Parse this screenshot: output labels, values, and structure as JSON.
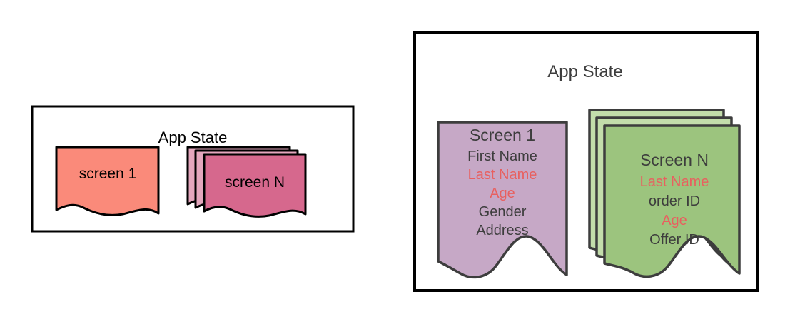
{
  "diagram": {
    "title": "App State screen data diagram",
    "panels": [
      {
        "id": "left-panel",
        "label": "App State",
        "label_color": "#000000",
        "border_color": "#000000",
        "shapes": [
          {
            "id": "screen-1-salmon",
            "label": "screen 1",
            "fill": "#fa8a7a",
            "stroke": "#000000",
            "text_color": "#000000",
            "stacked": false,
            "layers": 1
          },
          {
            "id": "screen-n-pink",
            "label": "screen N",
            "fill": "#d6688d",
            "fill_back": "#e4a6bd",
            "stroke": "#000000",
            "text_color": "#000000",
            "stacked": true,
            "layers": 3
          }
        ]
      },
      {
        "id": "right-panel",
        "label": "App State",
        "label_color": "#3d3d3d",
        "border_color": "#000000",
        "shapes": [
          {
            "id": "screen-1-purple",
            "title": "Screen 1",
            "fill": "#c6a8c6",
            "stroke": "#3d3d3d",
            "title_color": "#3d3d3d",
            "stacked": false,
            "layers": 1,
            "fields": [
              {
                "text": "First Name",
                "color": "#3d3d3d",
                "highlighted": false
              },
              {
                "text": "Last Name",
                "color": "#e8605f",
                "highlighted": true
              },
              {
                "text": "Age",
                "color": "#e8605f",
                "highlighted": true
              },
              {
                "text": "Gender",
                "color": "#3d3d3d",
                "highlighted": false
              },
              {
                "text": "Address",
                "color": "#3d3d3d",
                "highlighted": false
              }
            ]
          },
          {
            "id": "screen-n-green",
            "title": "Screen N",
            "fill": "#9cc47e",
            "fill_back": "#c3ddab",
            "stroke": "#3d3d3d",
            "title_color": "#3d3d3d",
            "stacked": true,
            "layers": 3,
            "fields": [
              {
                "text": "Last Name",
                "color": "#e8605f",
                "highlighted": true
              },
              {
                "text": "order ID",
                "color": "#3d3d3d",
                "highlighted": false
              },
              {
                "text": "Age",
                "color": "#e8605f",
                "highlighted": true
              },
              {
                "text": "Offer ID",
                "color": "#3d3d3d",
                "highlighted": false
              }
            ]
          }
        ]
      }
    ]
  }
}
